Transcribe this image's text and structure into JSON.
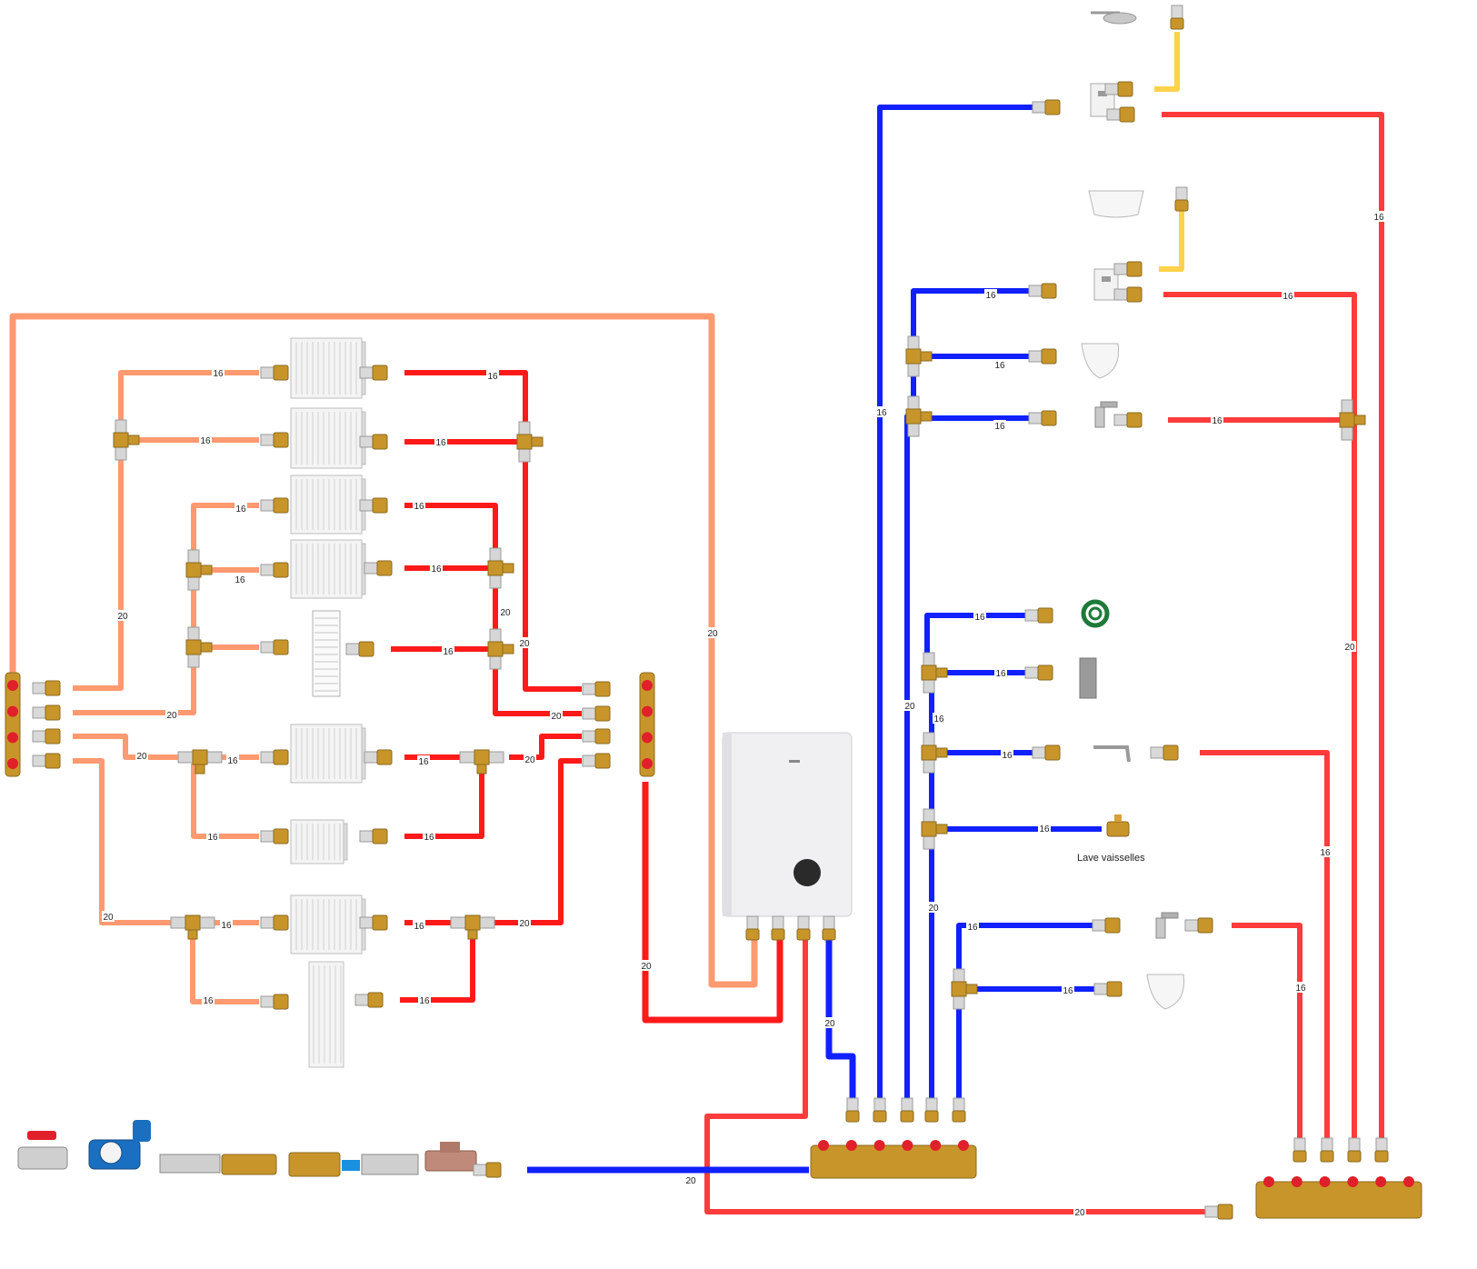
{
  "diagram": {
    "colors": {
      "heating_flow": "#ff1a1a",
      "heating_return": "#ff9a70",
      "hot_water": "#ff3b3b",
      "cold_water": "#1020ff",
      "yellow_flex": "#ffd24a",
      "brass": "#c8952a",
      "valve_handle": "#e0202a"
    },
    "pipe_labels": {
      "d16": "16",
      "d20": "20"
    },
    "captions": {
      "dishwasher": "Lave vaisselles"
    },
    "icons": [
      "shower-head-icon",
      "bathtub-icon",
      "mixer-valve-icon",
      "toilet-icon",
      "basin-tap-icon",
      "garden-hose-icon",
      "water-heater-icon",
      "kitchen-tap-icon",
      "dishwasher-valve-icon",
      "radiator-icon",
      "towel-radiator-icon",
      "vertical-radiator-icon",
      "boiler-icon",
      "ball-valve-icon",
      "water-meter-icon",
      "filter-icon",
      "pressure-reducer-icon",
      "manifold-icon",
      "fitting-icon",
      "tee-fitting-icon"
    ]
  }
}
